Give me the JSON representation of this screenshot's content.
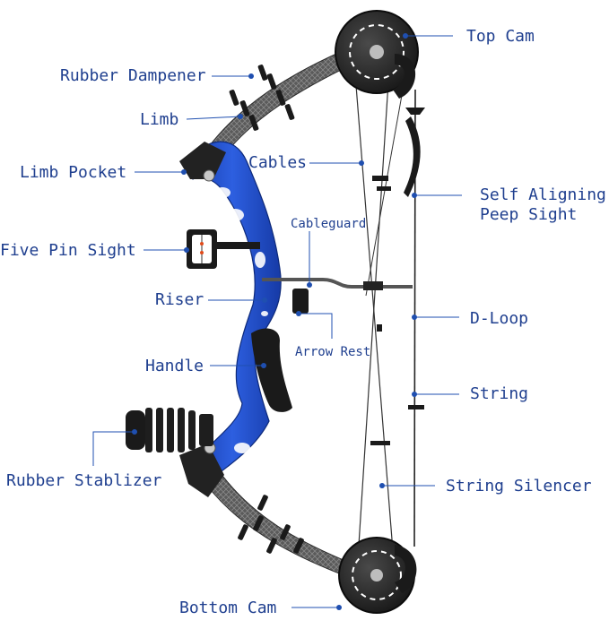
{
  "diagram": {
    "labels": {
      "top_cam": "Top Cam",
      "rubber_dampener": "Rubber Dampener",
      "limb": "Limb",
      "cables": "Cables",
      "limb_pocket": "Limb Pocket",
      "self_aligning_line1": "Self Aligning",
      "self_aligning_line2": "Peep Sight",
      "cableguard": "Cableguard",
      "five_pin_sight": "Five Pin Sight",
      "riser": "Riser",
      "d_loop": "D-Loop",
      "arrow_rest": "Arrow Rest",
      "handle": "Handle",
      "string": "String",
      "rubber_stablizer": "Rubber Stablizer",
      "string_silencer": "String Silencer",
      "bottom_cam": "Bottom Cam"
    },
    "colors": {
      "label_text": "#1f3f8f",
      "leader_line": "#1f4fb0",
      "riser_blue": "#1f4fc8",
      "riser_dark": "#16389a",
      "limb_gray": "#5c5c5c",
      "cam_black": "#1e1e1e",
      "string_black": "#222222"
    }
  }
}
